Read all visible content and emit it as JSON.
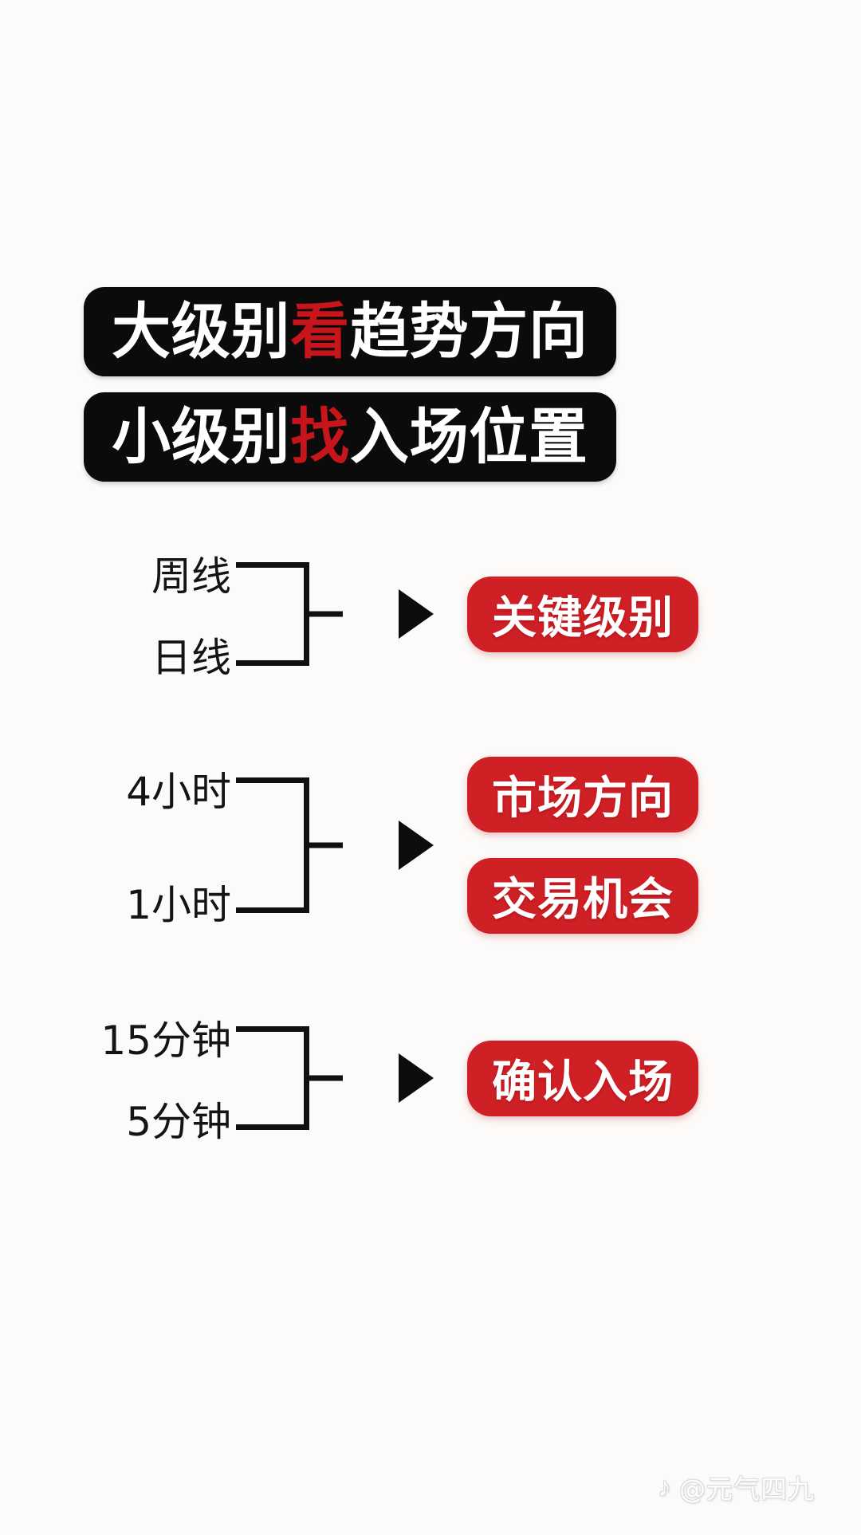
{
  "colors": {
    "background": "#fcfbf9",
    "banner_bg": "#0b0b0b",
    "banner_text": "#ffffff",
    "banner_highlight": "#c8151b",
    "pill_bg": "#cf2026",
    "pill_text": "#ffffff",
    "line": "#101010"
  },
  "headline": {
    "banner1": {
      "part1": "大级别",
      "highlight": "看",
      "part2": "趋势方向",
      "full": "大级别看趋势方向"
    },
    "banner2": {
      "part1": "小级别",
      "highlight": "找",
      "part2": "入场位置",
      "full": "小级别找入场位置"
    }
  },
  "diagram": {
    "arrow_icon": "triangle-right-icon",
    "groups": [
      {
        "timeframes": [
          "周线",
          "日线"
        ],
        "outcomes": [
          "关键级别"
        ]
      },
      {
        "timeframes": [
          "4小时",
          "1小时"
        ],
        "outcomes": [
          "市场方向",
          "交易机会"
        ]
      },
      {
        "timeframes": [
          "15分钟",
          "5分钟"
        ],
        "outcomes": [
          "确认入场"
        ]
      }
    ]
  },
  "watermark": {
    "icon": "music-note-icon",
    "handle": "@元气四九"
  }
}
